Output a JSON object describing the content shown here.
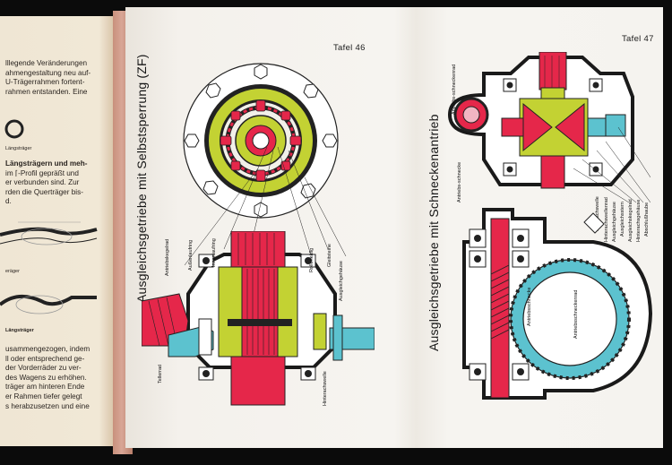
{
  "left_page": {
    "paragraph_1": [
      "lllegende Veränderungen",
      "ahmengestaltung neu auf-",
      "U-Trägerrahmen fortent-",
      "rahmen entstanden. Eine"
    ],
    "caption_1": "Längsträger",
    "paragraph_2": [
      "Längsträgern und meh-",
      "im ⌈-Profil gepräßt und",
      "er verbunden sind. Zur",
      "rden die Querträger bis-",
      "d."
    ],
    "caption_2": "eräger",
    "caption_3": "Längsträger",
    "paragraph_3": [
      "usammengezogen, indem",
      "ll oder entsprechend ge-",
      "der Vorderräder zu ver-",
      "des Wagens zu erhöhen.",
      "träger am hinteren Ende",
      "er Rahmen tiefer gelegt",
      "s herabzusetzen und eine"
    ]
  },
  "plate_46": {
    "label": "Tafel 46",
    "title": "Ausgleichsgetriebe mit Selbstsperrung (ZF)",
    "labels": [
      "Antriebskegelrad",
      "Außenlaufring",
      "Innenlaufring",
      "Rollenkäfig",
      "Gleitsteine",
      "Ausgleichgehäuse",
      "Tellerrad",
      "Hinterachswelle"
    ]
  },
  "plate_47": {
    "label": "Tafel 47",
    "title": "Ausgleichsgetriebe mit Schneckenantrieb",
    "labels_top": [
      "Antriebs-schneckenrad",
      "Antriebs-schnecke"
    ],
    "labels_right": [
      "Hinterachswelle",
      "Hinterachswellenrad",
      "Ausgleichgehäuse",
      "Ausgleichsstern",
      "Ausgleichskegelrad",
      "Hinterachsgehäuse",
      "Abschlußhaube"
    ],
    "labels_bottom": [
      "Antriebsschnecke",
      "Antriebsschneckenrad"
    ]
  },
  "colors": {
    "red": "#e5274a",
    "yellow_green": "#c3d233",
    "cyan": "#5cc2cf",
    "dark": "#1a1a1a",
    "paper": "#f5f3ef"
  }
}
